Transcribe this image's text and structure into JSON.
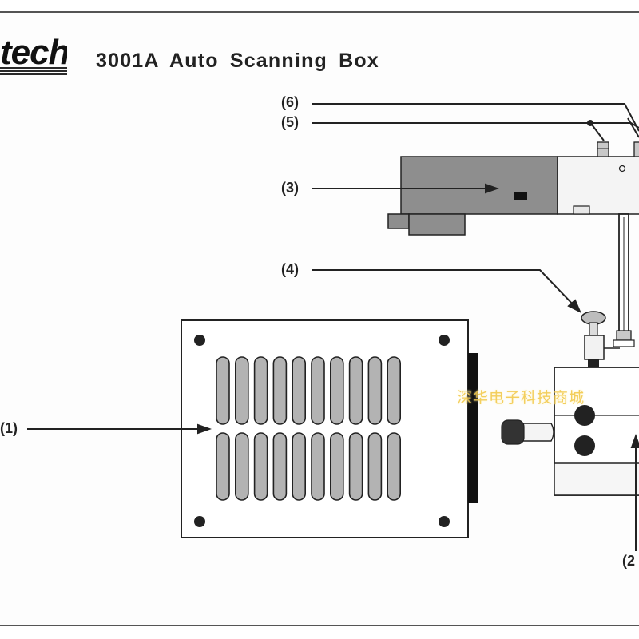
{
  "header": {
    "logo_text": "tech",
    "title": "3001A  Auto Scanning Box"
  },
  "callouts": {
    "c1": "(1)",
    "c2": "(2",
    "c3": "(3)",
    "c4": "(4)",
    "c5": "(5)",
    "c6": "(6)"
  },
  "watermark": "深华电子科技商城",
  "colors": {
    "line": "#222222",
    "panel_dark": "#8e8e8e",
    "panel_mid": "#b8b8b8",
    "panel_light": "#efefef",
    "watermark": "#f2c94c"
  }
}
